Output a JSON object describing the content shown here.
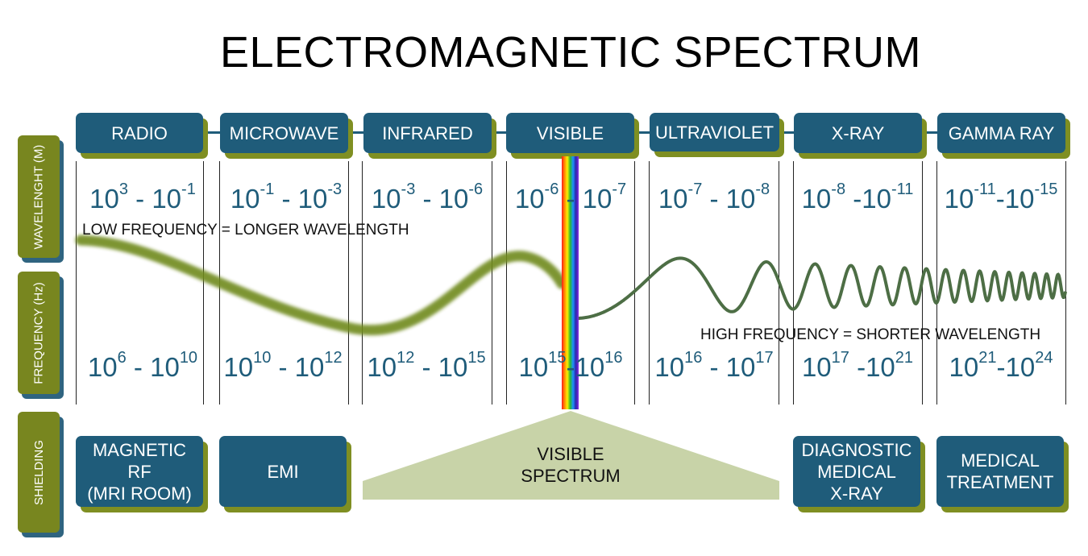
{
  "title": "ELECTROMAGNETIC SPECTRUM",
  "side_labels": {
    "wavelength": "WAVELENGHT (M)",
    "frequency": "FREQUENCY (Hz)",
    "shielding": "SHIELDING"
  },
  "bands": [
    {
      "name": "RADIO",
      "wl_a": "3",
      "wl_b": "-1",
      "fr_a": "6",
      "fr_b": "10"
    },
    {
      "name": "MICROWAVE",
      "wl_a": "-1",
      "wl_b": "-3",
      "fr_a": "10",
      "fr_b": "12"
    },
    {
      "name": "INFRARED",
      "wl_a": "-3",
      "wl_b": "-6",
      "fr_a": "12",
      "fr_b": "15"
    },
    {
      "name": "VISIBLE",
      "wl_a": "-6",
      "wl_b": "-7",
      "fr_a": "15",
      "fr_b": "16"
    },
    {
      "name": "ULTRAVIOLET",
      "wl_a": "-7",
      "wl_b": "-8",
      "fr_a": "16",
      "fr_b": "17"
    },
    {
      "name": "X-RAY",
      "wl_a": "-8",
      "wl_b": "-11",
      "fr_a": "17",
      "fr_b": "21"
    },
    {
      "name": "GAMMA RAY",
      "wl_a": "-11",
      "wl_b": "-15",
      "fr_a": "21",
      "fr_b": "24"
    }
  ],
  "base": "10",
  "notes": {
    "low": "LOW FREQUENCY = LONGER WAVELENGTH",
    "high": "HIGH FREQUENCY = SHORTER WAVELENGTH"
  },
  "shielding": {
    "mri": [
      "MAGNETIC",
      "RF",
      "(MRI ROOM)"
    ],
    "emi": "EMI",
    "visible": [
      "VISIBLE",
      "SPECTRUM"
    ],
    "diagnostic": [
      "DIAGNOSTIC",
      "MEDICAL",
      "X-RAY"
    ],
    "medical": [
      "MEDICAL",
      "TREATMENT"
    ]
  },
  "colors": {
    "band_box": "#1f5c7a",
    "side_tab": "#78861f",
    "wave": "#6f8a1e",
    "visible_triangle": "#c8d3a8",
    "range_text": "#1f5c7a"
  }
}
